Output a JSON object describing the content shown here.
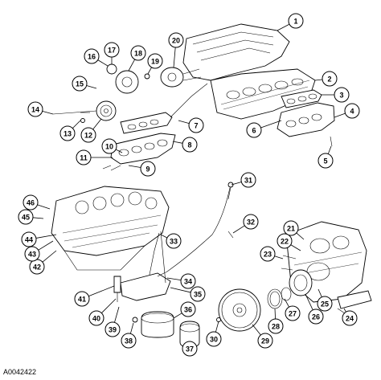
{
  "figure_ref": "A0042422",
  "callouts": [
    "1",
    "2",
    "3",
    "4",
    "5",
    "6",
    "7",
    "8",
    "9",
    "10",
    "11",
    "12",
    "13",
    "14",
    "15",
    "16",
    "17",
    "18",
    "19",
    "20",
    "21",
    "22",
    "23",
    "24",
    "25",
    "26",
    "27",
    "28",
    "29",
    "30",
    "31",
    "32",
    "33",
    "34",
    "35",
    "36",
    "37",
    "38",
    "39",
    "40",
    "41",
    "42",
    "43",
    "44",
    "45",
    "46"
  ]
}
